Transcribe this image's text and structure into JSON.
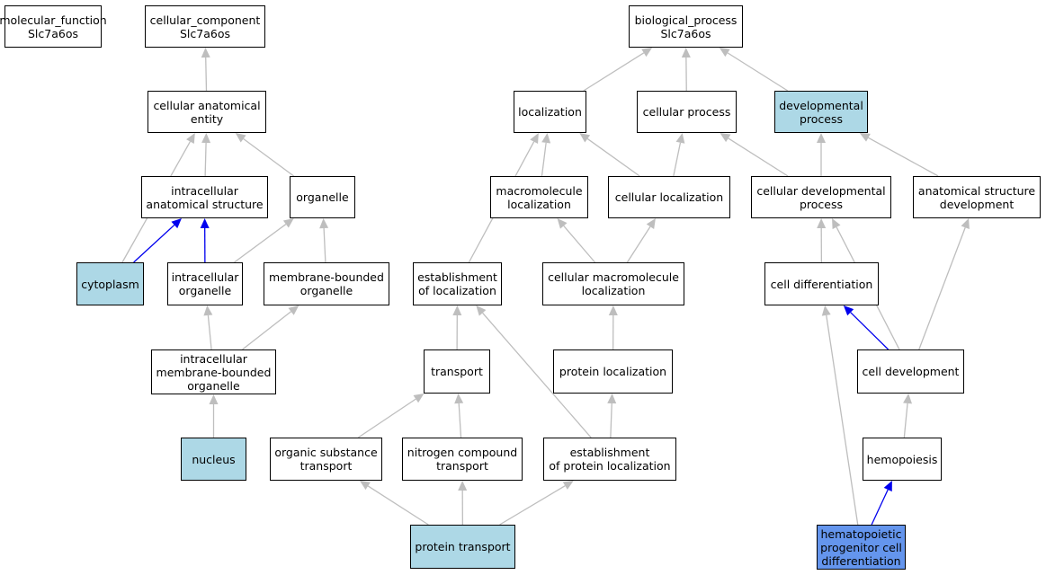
{
  "colors": {
    "edge_default": "#bebebe",
    "edge_highlight": "#0000ee",
    "node_default_fill": "#ffffff",
    "node_highlight_fill": "#add8e6",
    "node_selected_fill": "#6495ed"
  },
  "nodes": [
    {
      "id": "molecular_function",
      "label": "molecular_function\nSlc7a6os",
      "fill": "#ffffff"
    },
    {
      "id": "cellular_component",
      "label": "cellular_component\nSlc7a6os",
      "fill": "#ffffff"
    },
    {
      "id": "cellular_anatomical_entity",
      "label": "cellular anatomical\nentity",
      "fill": "#ffffff"
    },
    {
      "id": "intracellular_anatomical_structure",
      "label": "intracellular\nanatomical structure",
      "fill": "#ffffff"
    },
    {
      "id": "organelle",
      "label": "organelle",
      "fill": "#ffffff"
    },
    {
      "id": "cytoplasm",
      "label": "cytoplasm",
      "fill": "#add8e6"
    },
    {
      "id": "intracellular_organelle",
      "label": "intracellular\norganelle",
      "fill": "#ffffff"
    },
    {
      "id": "membrane_bounded_organelle",
      "label": "membrane-bounded\norganelle",
      "fill": "#ffffff"
    },
    {
      "id": "intracellular_membrane_bounded_organelle",
      "label": "intracellular\nmembrane-bounded\norganelle",
      "fill": "#ffffff"
    },
    {
      "id": "nucleus",
      "label": "nucleus",
      "fill": "#add8e6"
    },
    {
      "id": "biological_process",
      "label": "biological_process\nSlc7a6os",
      "fill": "#ffffff"
    },
    {
      "id": "localization",
      "label": "localization",
      "fill": "#ffffff"
    },
    {
      "id": "cellular_process",
      "label": "cellular process",
      "fill": "#ffffff"
    },
    {
      "id": "developmental_process",
      "label": "developmental\nprocess",
      "fill": "#add8e6"
    },
    {
      "id": "macromolecule_localization",
      "label": "macromolecule\nlocalization",
      "fill": "#ffffff"
    },
    {
      "id": "cellular_localization",
      "label": "cellular localization",
      "fill": "#ffffff"
    },
    {
      "id": "cellular_developmental_process",
      "label": "cellular developmental\nprocess",
      "fill": "#ffffff"
    },
    {
      "id": "anatomical_structure_development",
      "label": "anatomical structure\ndevelopment",
      "fill": "#ffffff"
    },
    {
      "id": "establishment_of_localization",
      "label": "establishment\nof localization",
      "fill": "#ffffff"
    },
    {
      "id": "cellular_macromolecule_localization",
      "label": "cellular macromolecule\nlocalization",
      "fill": "#ffffff"
    },
    {
      "id": "cell_differentiation",
      "label": "cell differentiation",
      "fill": "#ffffff"
    },
    {
      "id": "transport",
      "label": "transport",
      "fill": "#ffffff"
    },
    {
      "id": "protein_localization",
      "label": "protein localization",
      "fill": "#ffffff"
    },
    {
      "id": "cell_development",
      "label": "cell development",
      "fill": "#ffffff"
    },
    {
      "id": "organic_substance_transport",
      "label": "organic substance\ntransport",
      "fill": "#ffffff"
    },
    {
      "id": "nitrogen_compound_transport",
      "label": "nitrogen compound\ntransport",
      "fill": "#ffffff"
    },
    {
      "id": "establishment_of_protein_localization",
      "label": "establishment\nof protein localization",
      "fill": "#ffffff"
    },
    {
      "id": "hemopoiesis",
      "label": "hemopoiesis",
      "fill": "#ffffff"
    },
    {
      "id": "protein_transport",
      "label": "protein transport",
      "fill": "#add8e6"
    },
    {
      "id": "hematopoietic_progenitor_cell_differentiation",
      "label": "hematopoietic\nprogenitor cell\ndifferentiation",
      "fill": "#6495ed"
    }
  ],
  "edges": [
    {
      "from": "cellular_anatomical_entity",
      "to": "cellular_component",
      "highlight": false
    },
    {
      "from": "intracellular_anatomical_structure",
      "to": "cellular_anatomical_entity",
      "highlight": false
    },
    {
      "from": "organelle",
      "to": "cellular_anatomical_entity",
      "highlight": false
    },
    {
      "from": "cytoplasm",
      "to": "cellular_anatomical_entity",
      "highlight": false
    },
    {
      "from": "cytoplasm",
      "to": "intracellular_anatomical_structure",
      "highlight": true
    },
    {
      "from": "intracellular_organelle",
      "to": "intracellular_anatomical_structure",
      "highlight": true
    },
    {
      "from": "intracellular_organelle",
      "to": "organelle",
      "highlight": false
    },
    {
      "from": "membrane_bounded_organelle",
      "to": "organelle",
      "highlight": false
    },
    {
      "from": "intracellular_membrane_bounded_organelle",
      "to": "intracellular_organelle",
      "highlight": false
    },
    {
      "from": "intracellular_membrane_bounded_organelle",
      "to": "membrane_bounded_organelle",
      "highlight": false
    },
    {
      "from": "nucleus",
      "to": "intracellular_membrane_bounded_organelle",
      "highlight": false
    },
    {
      "from": "localization",
      "to": "biological_process",
      "highlight": false
    },
    {
      "from": "cellular_process",
      "to": "biological_process",
      "highlight": false
    },
    {
      "from": "developmental_process",
      "to": "biological_process",
      "highlight": false
    },
    {
      "from": "macromolecule_localization",
      "to": "localization",
      "highlight": false
    },
    {
      "from": "cellular_localization",
      "to": "localization",
      "highlight": false
    },
    {
      "from": "cellular_localization",
      "to": "cellular_process",
      "highlight": false
    },
    {
      "from": "establishment_of_localization",
      "to": "localization",
      "highlight": false
    },
    {
      "from": "cellular_developmental_process",
      "to": "cellular_process",
      "highlight": false
    },
    {
      "from": "cellular_developmental_process",
      "to": "developmental_process",
      "highlight": false
    },
    {
      "from": "anatomical_structure_development",
      "to": "developmental_process",
      "highlight": false
    },
    {
      "from": "cellular_macromolecule_localization",
      "to": "macromolecule_localization",
      "highlight": false
    },
    {
      "from": "cellular_macromolecule_localization",
      "to": "cellular_localization",
      "highlight": false
    },
    {
      "from": "cell_differentiation",
      "to": "cellular_developmental_process",
      "highlight": false
    },
    {
      "from": "cell_development",
      "to": "cellular_developmental_process",
      "highlight": false
    },
    {
      "from": "cell_development",
      "to": "anatomical_structure_development",
      "highlight": false
    },
    {
      "from": "cell_development",
      "to": "cell_differentiation",
      "highlight": true
    },
    {
      "from": "transport",
      "to": "establishment_of_localization",
      "highlight": false
    },
    {
      "from": "protein_localization",
      "to": "cellular_macromolecule_localization",
      "highlight": false
    },
    {
      "from": "organic_substance_transport",
      "to": "transport",
      "highlight": false
    },
    {
      "from": "nitrogen_compound_transport",
      "to": "transport",
      "highlight": false
    },
    {
      "from": "establishment_of_protein_localization",
      "to": "establishment_of_localization",
      "highlight": false
    },
    {
      "from": "establishment_of_protein_localization",
      "to": "protein_localization",
      "highlight": false
    },
    {
      "from": "hemopoiesis",
      "to": "cell_development",
      "highlight": false
    },
    {
      "from": "protein_transport",
      "to": "organic_substance_transport",
      "highlight": false
    },
    {
      "from": "protein_transport",
      "to": "nitrogen_compound_transport",
      "highlight": false
    },
    {
      "from": "protein_transport",
      "to": "establishment_of_protein_localization",
      "highlight": false
    },
    {
      "from": "hematopoietic_progenitor_cell_differentiation",
      "to": "hemopoiesis",
      "highlight": true
    },
    {
      "from": "hematopoietic_progenitor_cell_differentiation",
      "to": "cell_differentiation",
      "highlight": false
    }
  ]
}
